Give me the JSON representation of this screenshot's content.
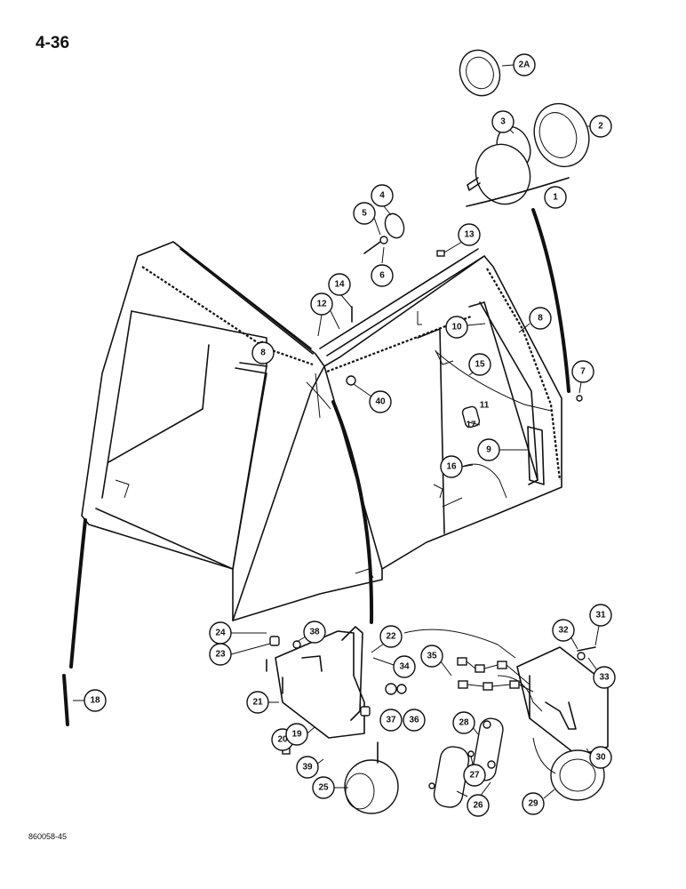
{
  "page_number": "4-36",
  "figure_code": "860058-45",
  "callouts": [
    "2A",
    "2",
    "3",
    "1",
    "4",
    "5",
    "6",
    "13",
    "14",
    "12",
    "8",
    "10",
    "8",
    "7",
    "15",
    "11",
    "17",
    "9",
    "40",
    "16",
    "18",
    "24",
    "38",
    "22",
    "23",
    "34",
    "35",
    "21",
    "37",
    "36",
    "20",
    "19",
    "39",
    "25",
    "28",
    "27",
    "26",
    "32",
    "31",
    "33",
    "30",
    "29"
  ]
}
